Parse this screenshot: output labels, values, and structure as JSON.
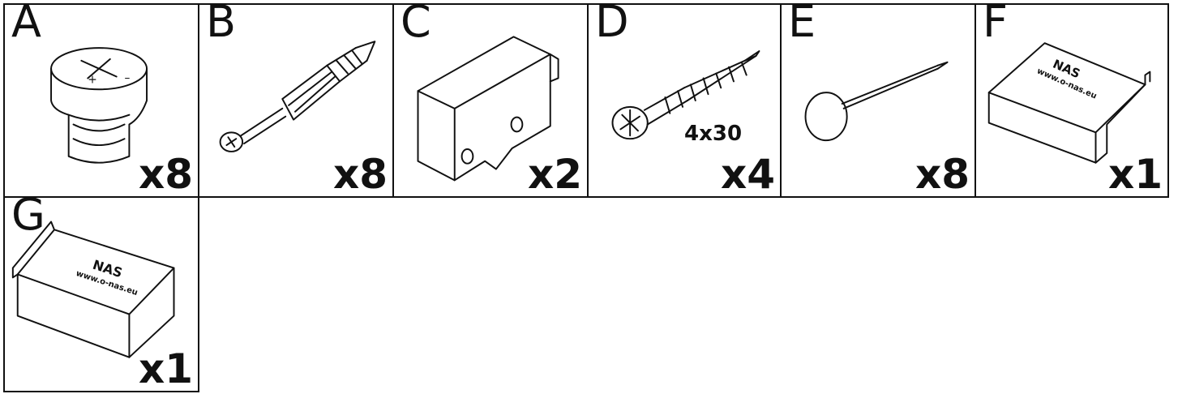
{
  "parts": [
    {
      "letter": "A",
      "qty": "x8",
      "icon": "cam-lock-icon"
    },
    {
      "letter": "B",
      "qty": "x8",
      "icon": "dowel-bolt-icon"
    },
    {
      "letter": "C",
      "qty": "x2",
      "icon": "bracket-block-icon"
    },
    {
      "letter": "D",
      "qty": "x4",
      "icon": "wood-screw-icon",
      "dimension": "4x30"
    },
    {
      "letter": "E",
      "qty": "x8",
      "icon": "cap-nail-icon"
    },
    {
      "letter": "F",
      "qty": "x1",
      "icon": "nas-label-box-icon",
      "brand": "NAS",
      "url": "www.o-nas.eu"
    },
    {
      "letter": "G",
      "qty": "x1",
      "icon": "nas-label-box-icon",
      "brand": "NAS",
      "url": "www.o-nas.eu"
    }
  ]
}
